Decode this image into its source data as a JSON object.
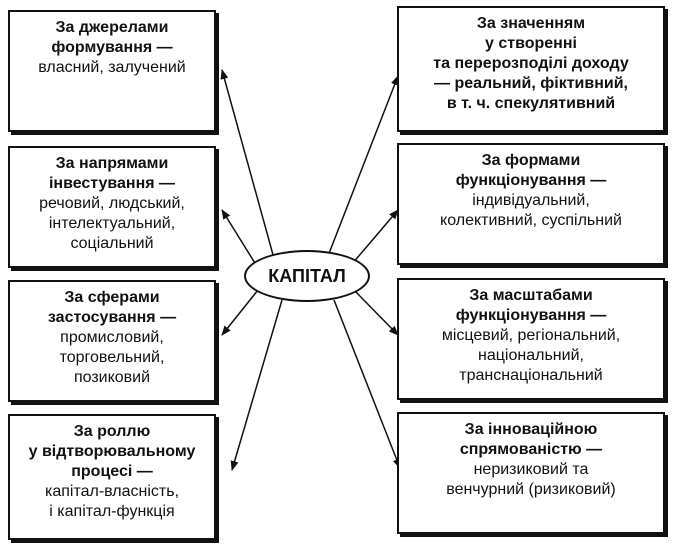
{
  "center": {
    "label": "КАПІТАЛ"
  },
  "left_boxes": [
    {
      "head": "За джерелами\nформування —",
      "body": "власний, залучений"
    },
    {
      "head": "За напрямами\nінвестування —",
      "body": "речовий, людський,\nінтелектуальний,\nсоціальний"
    },
    {
      "head": "За сферами\nзастосування —",
      "body": "промисловий,\nторговельний,\nпозиковий"
    },
    {
      "head": "За роллю\nу відтворювальному\nпроцесі —",
      "body": "капітал-власність,\nі капітал-функція"
    }
  ],
  "right_boxes": [
    {
      "head": "За значенням\nу створенні\nта перерозподілі доходу\n— реальний, фіктивний,\nв т. ч. спекулятивний",
      "body": ""
    },
    {
      "head": "За формами\nфункціонування —",
      "body": "індивідуальний,\nколективний, суспільний"
    },
    {
      "head": "За масштабами\nфункціонування —",
      "body": "місцевий, регіональний,\nнаціональний,\nтранснаціональний"
    },
    {
      "head": "За інноваційною\nспрямованістю —",
      "body": "неризиковий та\nвенчурний (ризиковий)"
    }
  ]
}
